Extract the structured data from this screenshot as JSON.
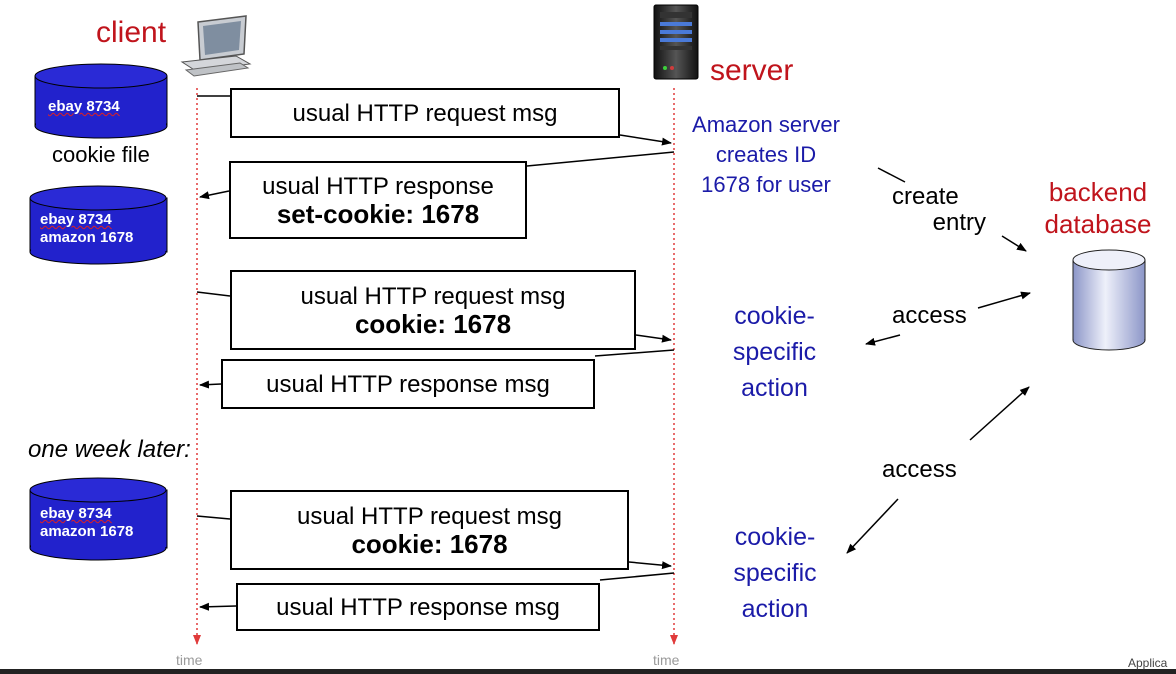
{
  "client_label": "client",
  "server_label": "server",
  "backend_label_line1": "backend",
  "backend_label_line2": "database",
  "cookie_file_caption": "cookie file",
  "cookie_stores": [
    {
      "lines": [
        "ebay 8734"
      ]
    },
    {
      "lines": [
        "ebay 8734",
        "amazon 1678"
      ]
    },
    {
      "lines": [
        "ebay 8734",
        "amazon 1678"
      ]
    }
  ],
  "messages": [
    {
      "line1": "usual HTTP request msg",
      "line2": ""
    },
    {
      "line1": "usual HTTP response",
      "line2": "set-cookie: 1678"
    },
    {
      "line1": "usual HTTP request msg",
      "line2": "cookie: 1678"
    },
    {
      "line1": "usual HTTP response msg",
      "line2": ""
    },
    {
      "line1": "usual HTTP request msg",
      "line2": "cookie: 1678"
    },
    {
      "line1": "usual HTTP response msg",
      "line2": ""
    }
  ],
  "server_note": [
    "Amazon server",
    "creates ID",
    "1678 for user"
  ],
  "create_entry": [
    "create",
    "entry"
  ],
  "access_label_1": "access",
  "access_label_2": "access",
  "action_1": [
    "cookie-",
    "specific",
    "action"
  ],
  "action_2": [
    "cookie-",
    "specific",
    "action"
  ],
  "one_week_later": "one week later:",
  "time_label_client": "time",
  "time_label_server": "time",
  "footer_text": "Applica",
  "colors": {
    "title_red": "#c0141c",
    "note_blue": "#1b1ba8",
    "cylinder_blue": "#2222cc",
    "timeline_red": "#e03a3a"
  }
}
